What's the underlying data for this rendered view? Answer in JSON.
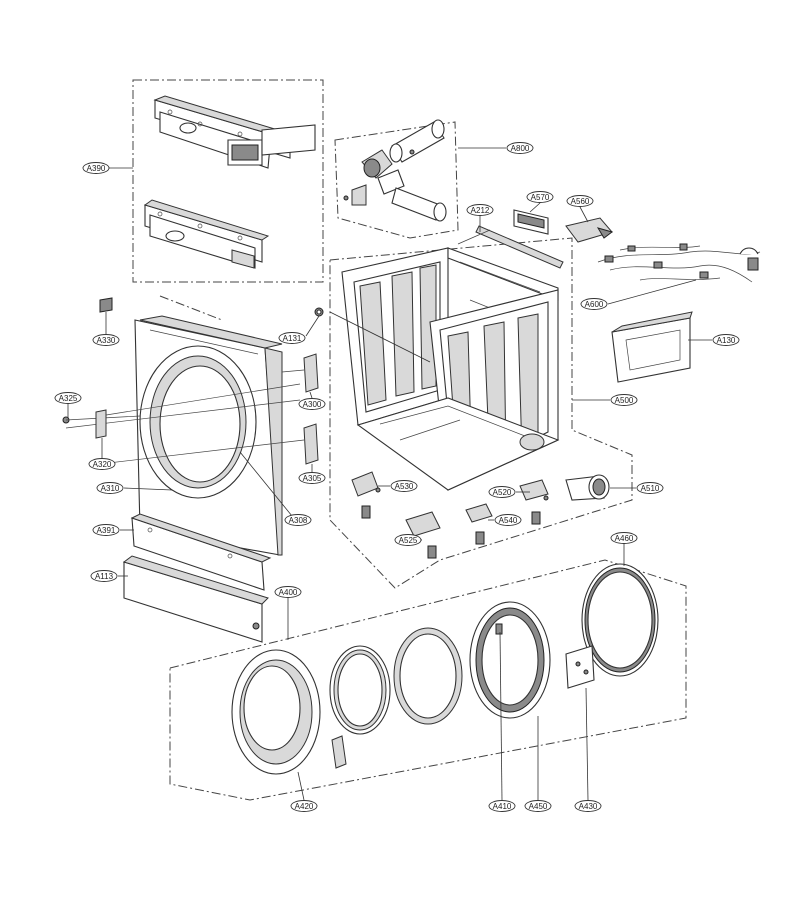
{
  "labels": [
    {
      "id": "A390",
      "text": "A390"
    },
    {
      "id": "A800",
      "text": "A800"
    },
    {
      "id": "A212",
      "text": "A212"
    },
    {
      "id": "A570",
      "text": "A570"
    },
    {
      "id": "A560",
      "text": "A560"
    },
    {
      "id": "A600",
      "text": "A600"
    },
    {
      "id": "A330",
      "text": "A330"
    },
    {
      "id": "A131",
      "text": "A131"
    },
    {
      "id": "A130",
      "text": "A130"
    },
    {
      "id": "A325",
      "text": "A325"
    },
    {
      "id": "A300",
      "text": "A300"
    },
    {
      "id": "A500",
      "text": "A500"
    },
    {
      "id": "A320",
      "text": "A320"
    },
    {
      "id": "A305",
      "text": "A305"
    },
    {
      "id": "A530",
      "text": "A530"
    },
    {
      "id": "A520",
      "text": "A520"
    },
    {
      "id": "A510",
      "text": "A510"
    },
    {
      "id": "A310",
      "text": "A310"
    },
    {
      "id": "A308",
      "text": "A308"
    },
    {
      "id": "A540",
      "text": "A540"
    },
    {
      "id": "A391",
      "text": "A391"
    },
    {
      "id": "A525",
      "text": "A525"
    },
    {
      "id": "A460",
      "text": "A460"
    },
    {
      "id": "A113",
      "text": "A113"
    },
    {
      "id": "A400",
      "text": "A400"
    },
    {
      "id": "A420",
      "text": "A420"
    },
    {
      "id": "A410",
      "text": "A410"
    },
    {
      "id": "A450",
      "text": "A450"
    },
    {
      "id": "A430",
      "text": "A430"
    }
  ]
}
